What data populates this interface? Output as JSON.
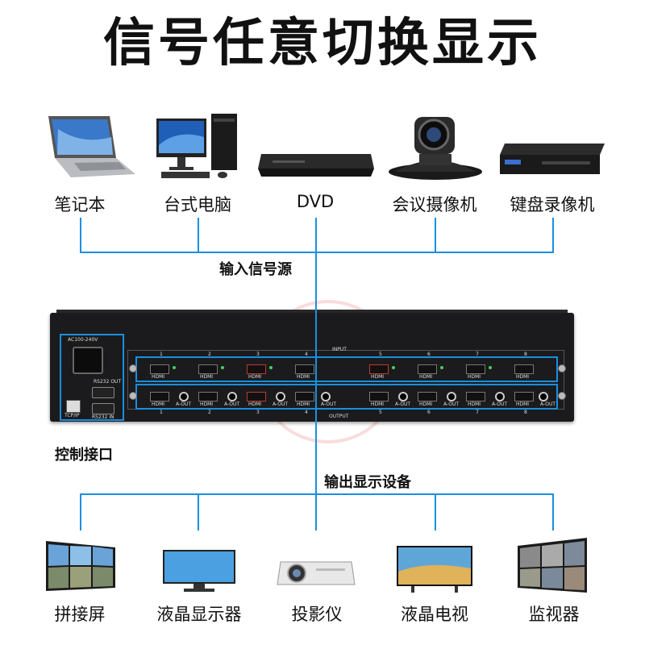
{
  "title": "信号任意切换显示",
  "inputs": [
    {
      "label": "笔记本",
      "icon": "laptop-icon"
    },
    {
      "label": "台式电脑",
      "icon": "desktop-computer-icon"
    },
    {
      "label": "DVD",
      "icon": "dvd-player-icon"
    },
    {
      "label": "会议摄像机",
      "icon": "conference-camera-icon"
    },
    {
      "label": "键盘录像机",
      "icon": "video-recorder-icon"
    }
  ],
  "input_section_label": "输入信号源",
  "control_label": "控制接口",
  "output_section_label": "输出显示设备",
  "outputs": [
    {
      "label": "拼接屏",
      "icon": "video-wall-icon"
    },
    {
      "label": "液晶显示器",
      "icon": "lcd-monitor-icon"
    },
    {
      "label": "投影仪",
      "icon": "projector-icon"
    },
    {
      "label": "液晶电视",
      "icon": "lcd-tv-icon"
    },
    {
      "label": "监视器",
      "icon": "monitor-wall-icon"
    }
  ],
  "device_panel": {
    "power_label": "AC100-240V",
    "rs232_out": "RS232 OUT",
    "rs232_in": "RS232 IN",
    "tcpip": "TCP/IP",
    "input_header": "INPUT",
    "output_header": "OUTPUT",
    "port_numbers": [
      "1",
      "2",
      "3",
      "4",
      "5",
      "6",
      "7",
      "8"
    ],
    "hdmi_label": "HDMI",
    "aout_label": "A-OUT"
  },
  "colors": {
    "line": "#1a8fe0",
    "highlight_box": "#1a8fe0",
    "text": "#111111"
  }
}
